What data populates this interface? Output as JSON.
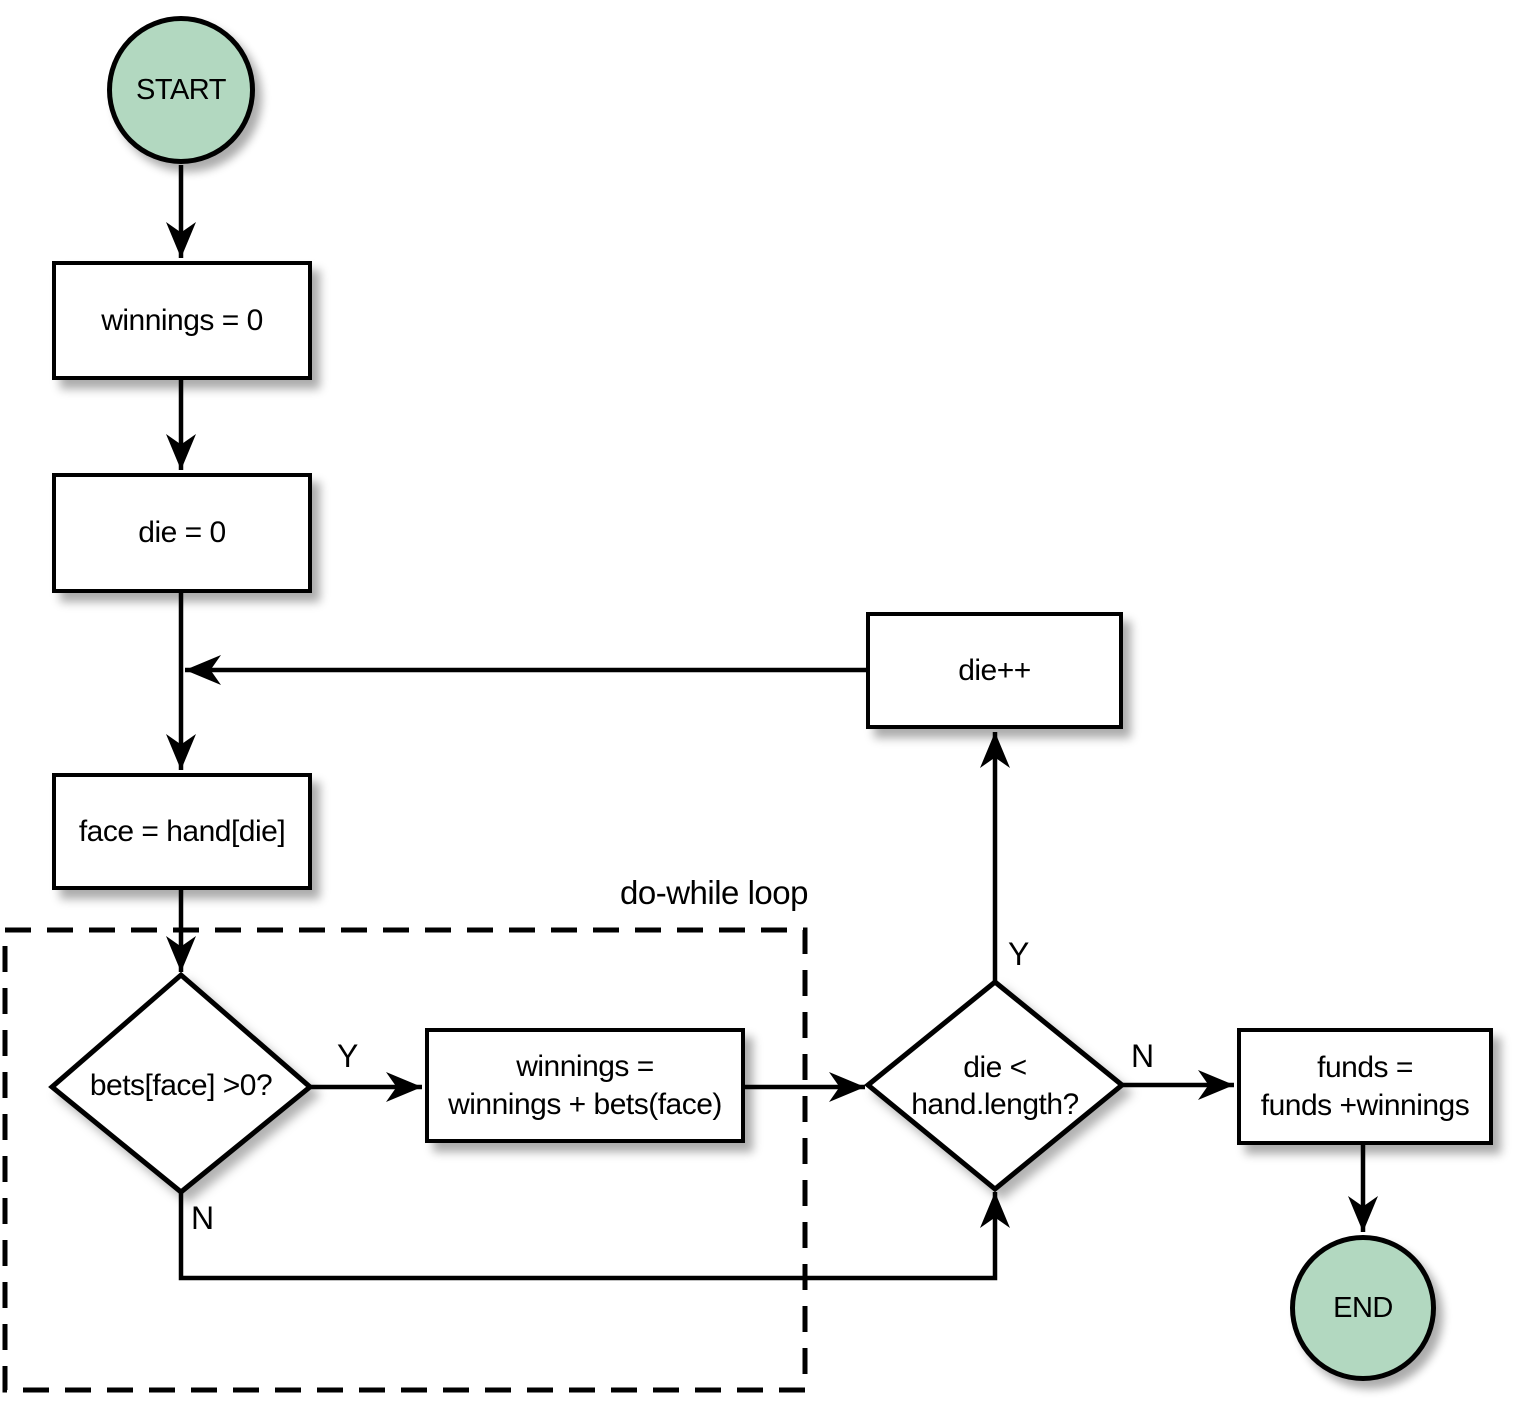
{
  "flowchart": {
    "annotation_label": "do-while loop",
    "colors": {
      "terminal_fill": "#b2d8c0",
      "line": "#000000",
      "shape_fill": "#ffffff"
    },
    "nodes": {
      "start": {
        "label": "START"
      },
      "init_winnings": {
        "label": "winnings = 0"
      },
      "init_die": {
        "label": "die = 0"
      },
      "assign_face": {
        "label": "face = hand[die]"
      },
      "decision_bets": {
        "label": "bets[face] >0?"
      },
      "update_winnings": {
        "line1": "winnings =",
        "line2": "winnings + bets(face)"
      },
      "decision_die": {
        "line1": "die <",
        "line2": "hand.length?"
      },
      "increment_die": {
        "label": "die++"
      },
      "update_funds": {
        "line1": "funds =",
        "line2": "funds +winnings"
      },
      "end": {
        "label": "END"
      }
    },
    "edge_labels": {
      "bets_yes": "Y",
      "bets_no": "N",
      "die_yes": "Y",
      "die_no": "N"
    }
  }
}
